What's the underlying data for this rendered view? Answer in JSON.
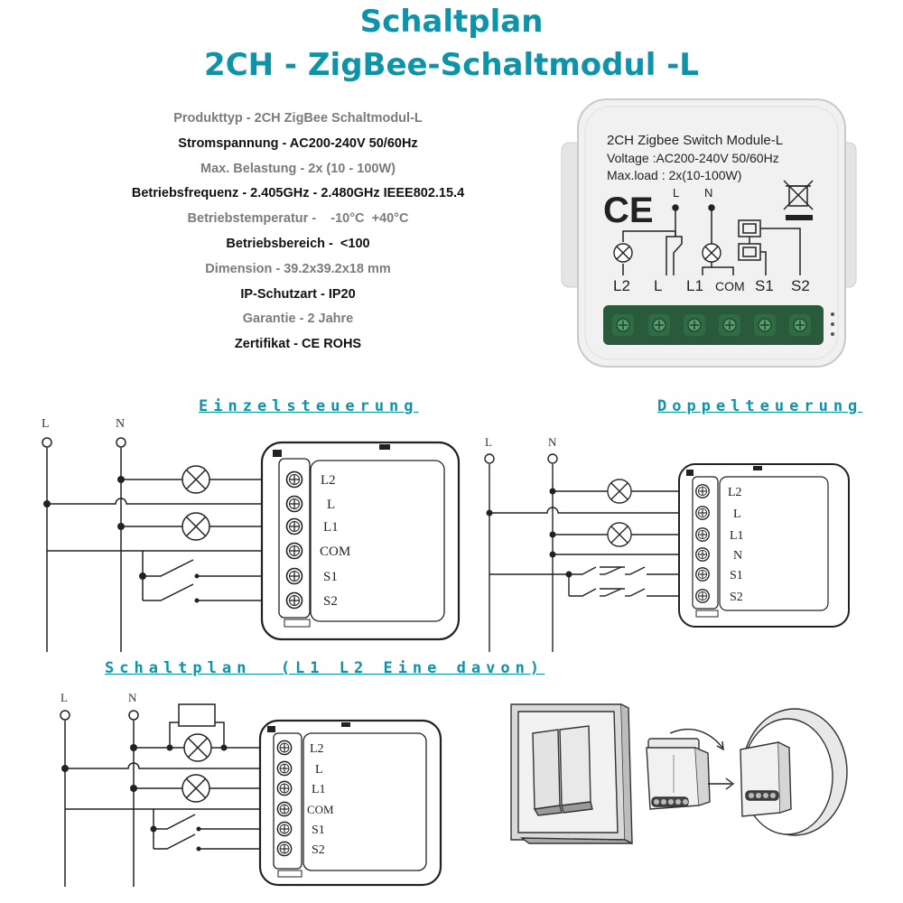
{
  "header": {
    "title": "Schaltplan",
    "subtitle": "2CH - ZigBee-Schaltmodul -L"
  },
  "specs": [
    {
      "text": "Produkttyp - 2CH ZigBee Schaltmodul-L",
      "tone": "gray"
    },
    {
      "text": "Stromspannung - AC200-240V 50/60Hz",
      "tone": "black"
    },
    {
      "text": "Max. Belastung - 2x (10 - 100W)",
      "tone": "gray"
    },
    {
      "text": "Betriebsfrequenz - 2.405GHz - 2.480GHz IEEE802.15.4",
      "tone": "black"
    },
    {
      "text": "Betriebstemperatur -    -10°C  +40°C",
      "tone": "gray"
    },
    {
      "text": "Betriebsbereich -  <100",
      "tone": "black"
    },
    {
      "text": "Dimension - 39.2x39.2x18 mm",
      "tone": "gray"
    },
    {
      "text": "IP-Schutzart - IP20",
      "tone": "black"
    },
    {
      "text": "Garantie - 2 Jahre",
      "tone": "gray"
    },
    {
      "text": "Zertifikat - CE ROHS",
      "tone": "black"
    }
  ],
  "product_label": {
    "line1": "2CH Zigbee Switch Module-L",
    "line2": "Voltage :AC200-240V 50/60Hz",
    "line3": "Max.load : 2x(10-100W)",
    "ce": "CE",
    "top_l": "L",
    "top_n": "N",
    "terminals": [
      "L2",
      "L",
      "L1",
      "COM",
      "S1",
      "S2"
    ]
  },
  "sections": {
    "single": "Einzelsteuerung",
    "double": "Doppelteuerung",
    "one_of": "Schaltplan  (L1 L2 Eine davon)"
  },
  "diagrams": {
    "line_label": "L",
    "neutral_label": "N",
    "single_terminals": [
      "L2",
      "L",
      "L1",
      "COM",
      "S1",
      "S2"
    ],
    "double_terminals": [
      "L2",
      "L",
      "L1",
      "N",
      "S1",
      "S2"
    ]
  },
  "colors": {
    "accent": "#0e93a8",
    "terminal_green": "#2f6b45"
  }
}
